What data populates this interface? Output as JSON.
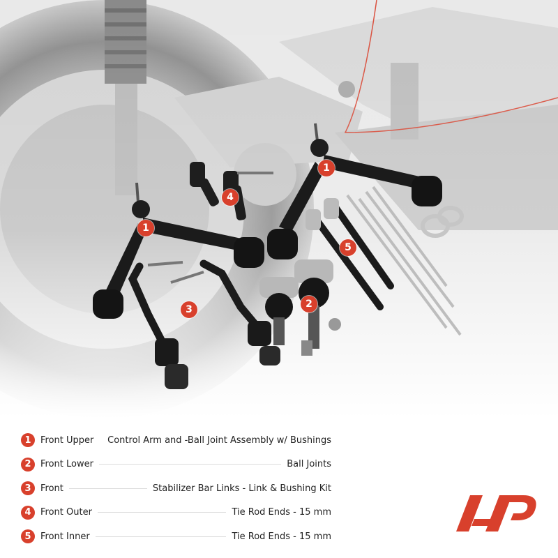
{
  "colors": {
    "accent": "#d8402c",
    "text": "#222222",
    "divider": "#dcdcdc"
  },
  "callouts": [
    {
      "label": "1"
    },
    {
      "label": "1"
    },
    {
      "label": "2"
    },
    {
      "label": "3"
    },
    {
      "label": "4"
    },
    {
      "label": "5"
    }
  ],
  "legend": {
    "rows": [
      {
        "number": "1",
        "lead": "Front Upper",
        "desc": "Control Arm and -Ball Joint Assembly w/ Bushings"
      },
      {
        "number": "2",
        "lead": "Front Lower",
        "desc": "Ball Joints"
      },
      {
        "number": "3",
        "lead": "Front",
        "desc": "Stabilizer Bar Links - Link & Bushing Kit"
      },
      {
        "number": "4",
        "lead": "Front Outer",
        "desc": "Tie Rod Ends - 15 mm"
      },
      {
        "number": "5",
        "lead": "Front Inner",
        "desc": "Tie Rod Ends - 15 mm"
      }
    ]
  },
  "logo": {
    "icon": "brand-logo-icon"
  }
}
